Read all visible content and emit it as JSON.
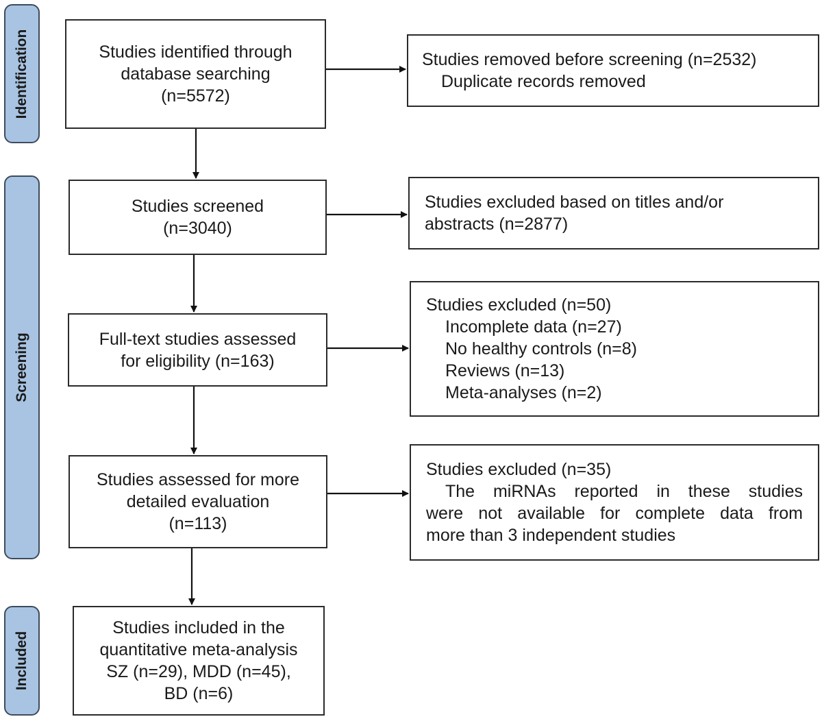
{
  "phases": {
    "identification": "Identification",
    "screening": "Screening",
    "included": "Included"
  },
  "left": {
    "identified": [
      "Studies identified through",
      "database searching",
      "(n=5572)"
    ],
    "screened": [
      "Studies screened",
      "(n=3040)"
    ],
    "fulltext": [
      "Full-text studies assessed",
      "for eligibility (n=163)"
    ],
    "detailed": [
      "Studies assessed for more",
      "detailed evaluation",
      "(n=113)"
    ],
    "included": [
      "Studies included in the",
      "quantitative meta-analysis",
      "SZ (n=29), MDD (n=45),",
      "BD (n=6)"
    ]
  },
  "right": {
    "removed": {
      "title": "Studies removed before screening (n=2532)",
      "items": [
        "Duplicate records removed"
      ]
    },
    "excluded_titles": [
      "Studies excluded based on titles and/or",
      "abstracts (n=2877)"
    ],
    "excluded_50": {
      "title": "Studies excluded (n=50)",
      "items": [
        "Incomplete data (n=27)",
        "No healthy controls (n=8)",
        "Reviews (n=13)",
        "Meta-analyses (n=2)"
      ]
    },
    "excluded_35": {
      "title": "Studies excluded (n=35)",
      "lines": [
        "The miRNAs reported in these studies",
        "were not available for complete data from",
        "more than 3 independent studies"
      ]
    }
  }
}
